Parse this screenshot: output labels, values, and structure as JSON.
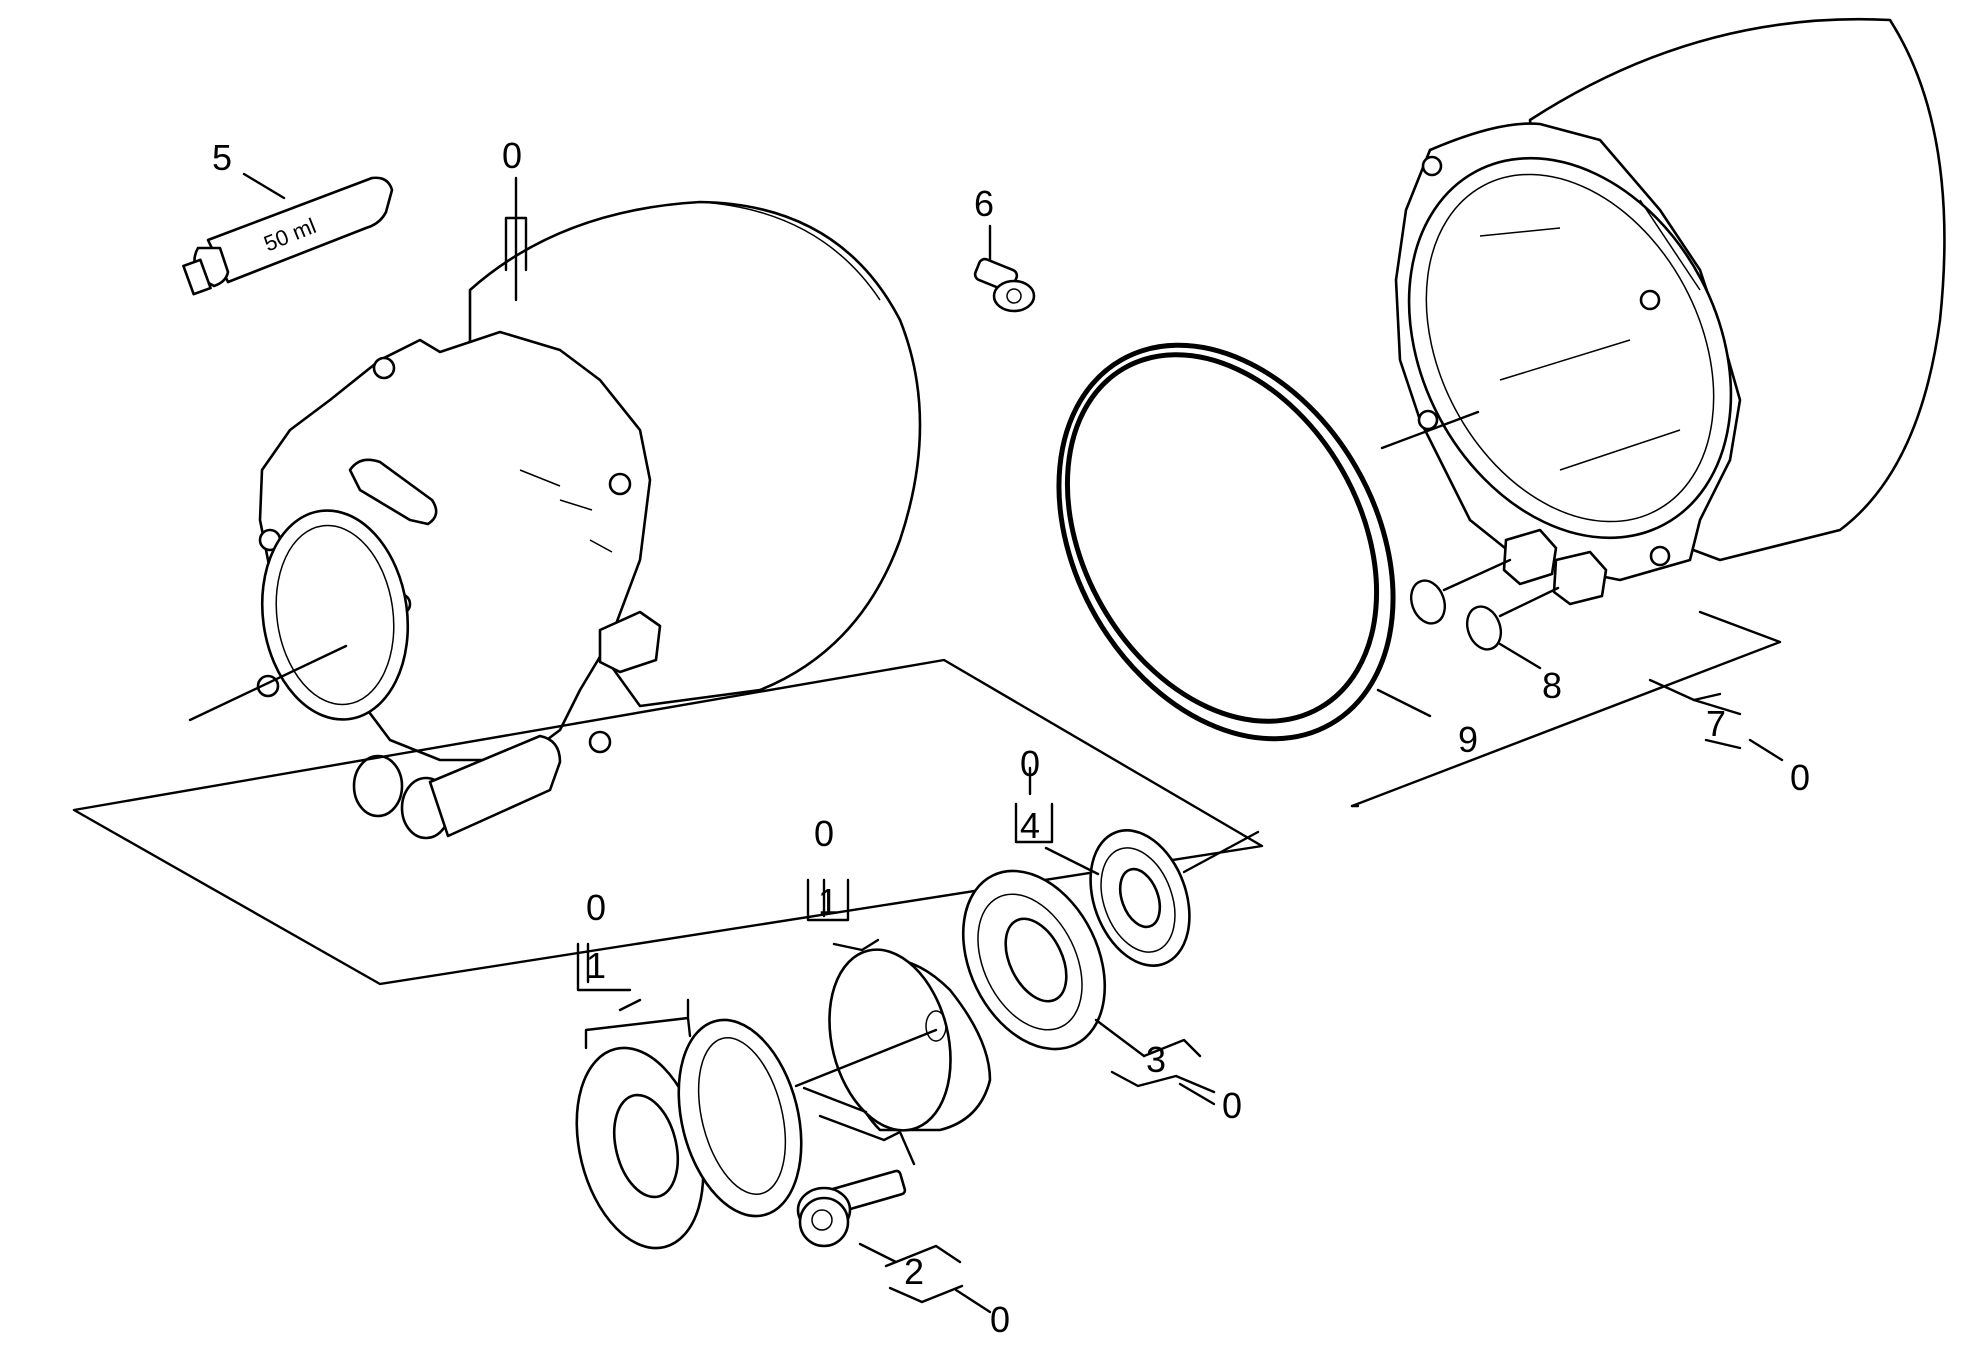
{
  "labels": {
    "p5": "5",
    "p0_pump": "0",
    "p6": "6",
    "p0_a": "0",
    "p1_a": "1",
    "p0_b": "0",
    "p1_b": "1",
    "p0_c": "0",
    "p4": "4",
    "p3": "3",
    "p0_d": "0",
    "p2": "2",
    "p0_e": "0",
    "p9": "9",
    "p8": "8",
    "p7": "7",
    "p0_f": "0"
  },
  "tube_text": "50 ml"
}
